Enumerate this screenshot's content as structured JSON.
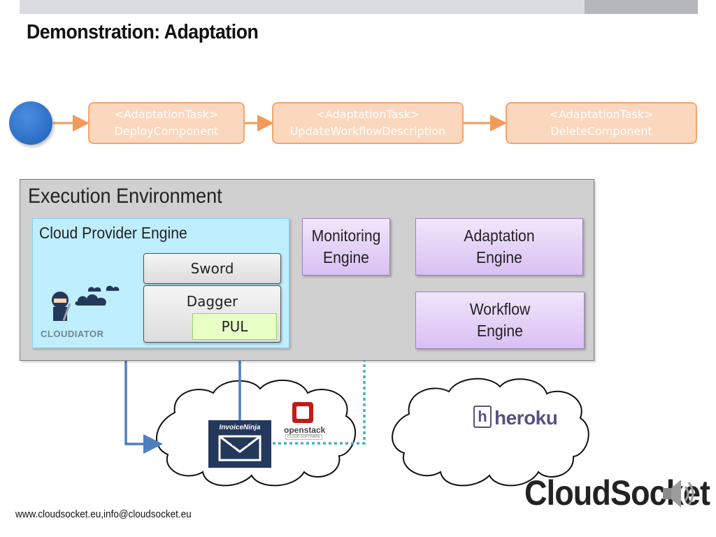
{
  "slide": {
    "title": "Demonstration: Adaptation",
    "footer": "www.cloudsocket.eu,info@cloudsocket.eu",
    "brand_logo": "CloudSocket"
  },
  "workflow": {
    "tasks": [
      {
        "stereotype": "<AdaptationTask>",
        "name": "DeployComponent"
      },
      {
        "stereotype": "<AdaptationTask>",
        "name": "UpdateWorkflowDescription"
      },
      {
        "stereotype": "<AdaptationTask>",
        "name": "DeleteComponent"
      }
    ]
  },
  "environment": {
    "title": "Execution Environment",
    "cloud_provider_engine": {
      "title": "Cloud Provider Engine",
      "sword": "Sword",
      "dagger": "Dagger",
      "pul": "PUL",
      "logo": "CLOUDIATOR"
    },
    "monitoring_engine": [
      "Monitoring",
      "Engine"
    ],
    "adaptation_engine": [
      "Adaptation",
      "Engine"
    ],
    "workflow_engine": [
      "Workflow",
      "Engine"
    ]
  },
  "clouds": {
    "left": {
      "app_logo": "InvoiceNinja",
      "provider_logo": "openstack",
      "provider_sub": "CLOUD SOFTWARE"
    },
    "right": {
      "provider_logo": "heroku"
    }
  },
  "colors": {
    "task_fill": "#fbd7bd",
    "task_border": "#f4a56e",
    "arrow_orange": "#f29a5c",
    "connector_blue": "#4f7fbf",
    "connector_dotted": "#4bacc6",
    "engine_purple": "#d9c0f3",
    "cpe_blue": "#bfeeff"
  },
  "icons": [
    "start-event-icon",
    "cloudiator-icon",
    "invoiceninja-icon",
    "openstack-icon",
    "heroku-icon",
    "speaker-icon"
  ]
}
